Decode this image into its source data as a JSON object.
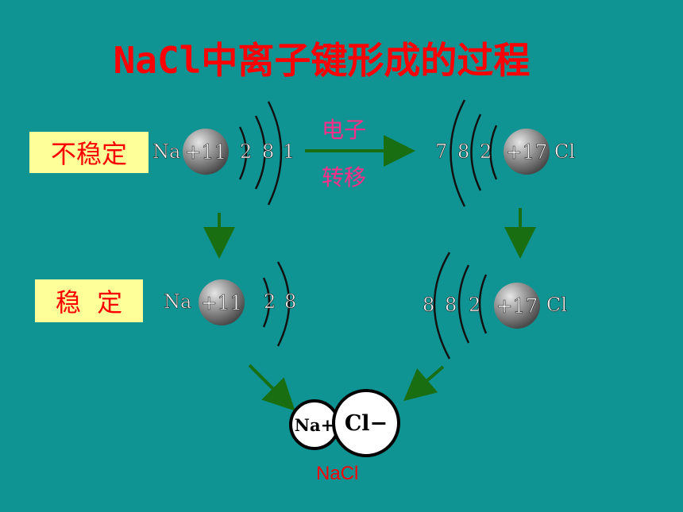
{
  "title": "NaCl中离子键形成的过程",
  "states": {
    "unstable": "不稳定",
    "stable": "稳  定"
  },
  "transfer": {
    "line1": "电子",
    "line2": "转移"
  },
  "na_atom": {
    "symbol": "Na",
    "charge": "+11",
    "shells": [
      "2",
      "8",
      "1"
    ]
  },
  "cl_atom": {
    "symbol": "Cl",
    "charge": "+17",
    "shells": [
      "7",
      "8",
      "2"
    ]
  },
  "na_ion": {
    "symbol": "Na",
    "charge": "+11",
    "shells": [
      "2",
      "8"
    ]
  },
  "cl_ion": {
    "symbol": "Cl",
    "charge": "+17",
    "shells": [
      "8",
      "8",
      "2"
    ]
  },
  "compound": {
    "cation": "Na+",
    "anion": "Cl−",
    "label": "NaCl"
  },
  "colors": {
    "background": "#0f9493",
    "title": "#ff0000",
    "arrow": "#1a6e12",
    "transfer_text": "#ff2d8a"
  }
}
